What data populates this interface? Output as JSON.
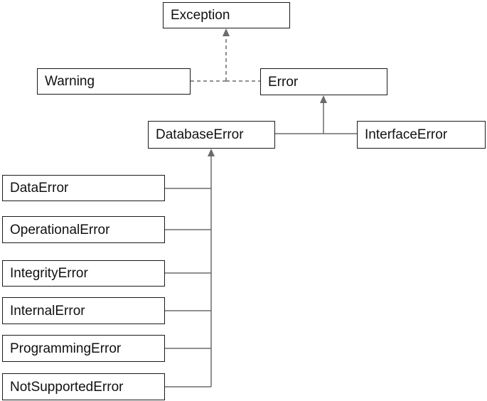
{
  "diagram": {
    "nodes": {
      "exception": "Exception",
      "warning": "Warning",
      "error": "Error",
      "database_error": "DatabaseError",
      "interface_error": "InterfaceError",
      "data_error": "DataError",
      "operational_error": "OperationalError",
      "integrity_error": "IntegrityError",
      "internal_error": "InternalError",
      "programming_error": "ProgrammingError",
      "not_supported_error": "NotSupportedError"
    },
    "edges": [
      {
        "from": "Warning",
        "to": "Exception",
        "style": "dashed"
      },
      {
        "from": "Error",
        "to": "Exception",
        "style": "dashed"
      },
      {
        "from": "DatabaseError",
        "to": "Error",
        "style": "solid"
      },
      {
        "from": "InterfaceError",
        "to": "Error",
        "style": "solid"
      },
      {
        "from": "DataError",
        "to": "DatabaseError",
        "style": "solid"
      },
      {
        "from": "OperationalError",
        "to": "DatabaseError",
        "style": "solid"
      },
      {
        "from": "IntegrityError",
        "to": "DatabaseError",
        "style": "solid"
      },
      {
        "from": "InternalError",
        "to": "DatabaseError",
        "style": "solid"
      },
      {
        "from": "ProgrammingError",
        "to": "DatabaseError",
        "style": "solid"
      },
      {
        "from": "NotSupportedError",
        "to": "DatabaseError",
        "style": "solid"
      }
    ],
    "colors": {
      "box_border": "#1a1a1a",
      "connector": "#6b6b6b",
      "background": "#ffffff"
    }
  }
}
